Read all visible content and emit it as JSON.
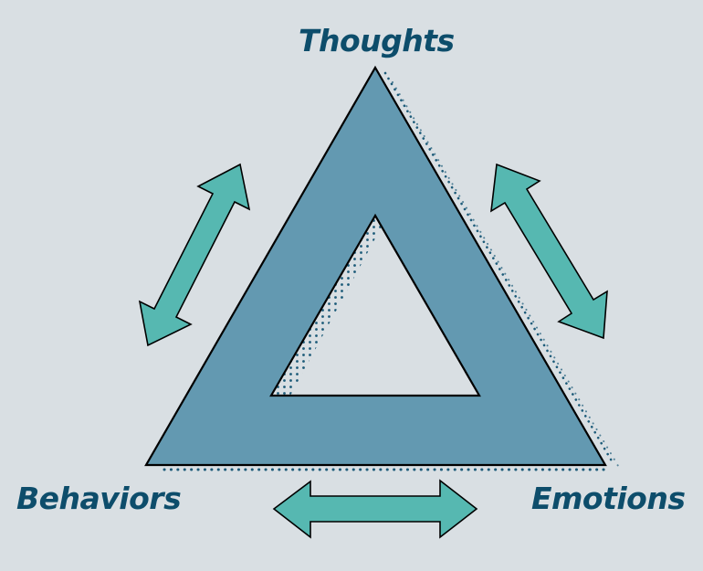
{
  "diagram": {
    "title": "Cognitive triangle",
    "nodes": [
      {
        "id": "thoughts",
        "label": "Thoughts",
        "position": "top"
      },
      {
        "id": "behaviors",
        "label": "Behaviors",
        "position": "bottom-left"
      },
      {
        "id": "emotions",
        "label": "Emotions",
        "position": "bottom-right"
      }
    ],
    "edges": [
      {
        "from": "thoughts",
        "to": "behaviors",
        "type": "bidirectional-arrow"
      },
      {
        "from": "thoughts",
        "to": "emotions",
        "type": "bidirectional-arrow"
      },
      {
        "from": "behaviors",
        "to": "emotions",
        "type": "bidirectional-arrow"
      }
    ],
    "colors": {
      "background": "#d9dfe3",
      "triangle_fill": "#6399b1",
      "arrow_fill": "#56b8b1",
      "label_text": "#0d4d6b",
      "outline": "#000000",
      "dots": "#1d5b79"
    }
  }
}
